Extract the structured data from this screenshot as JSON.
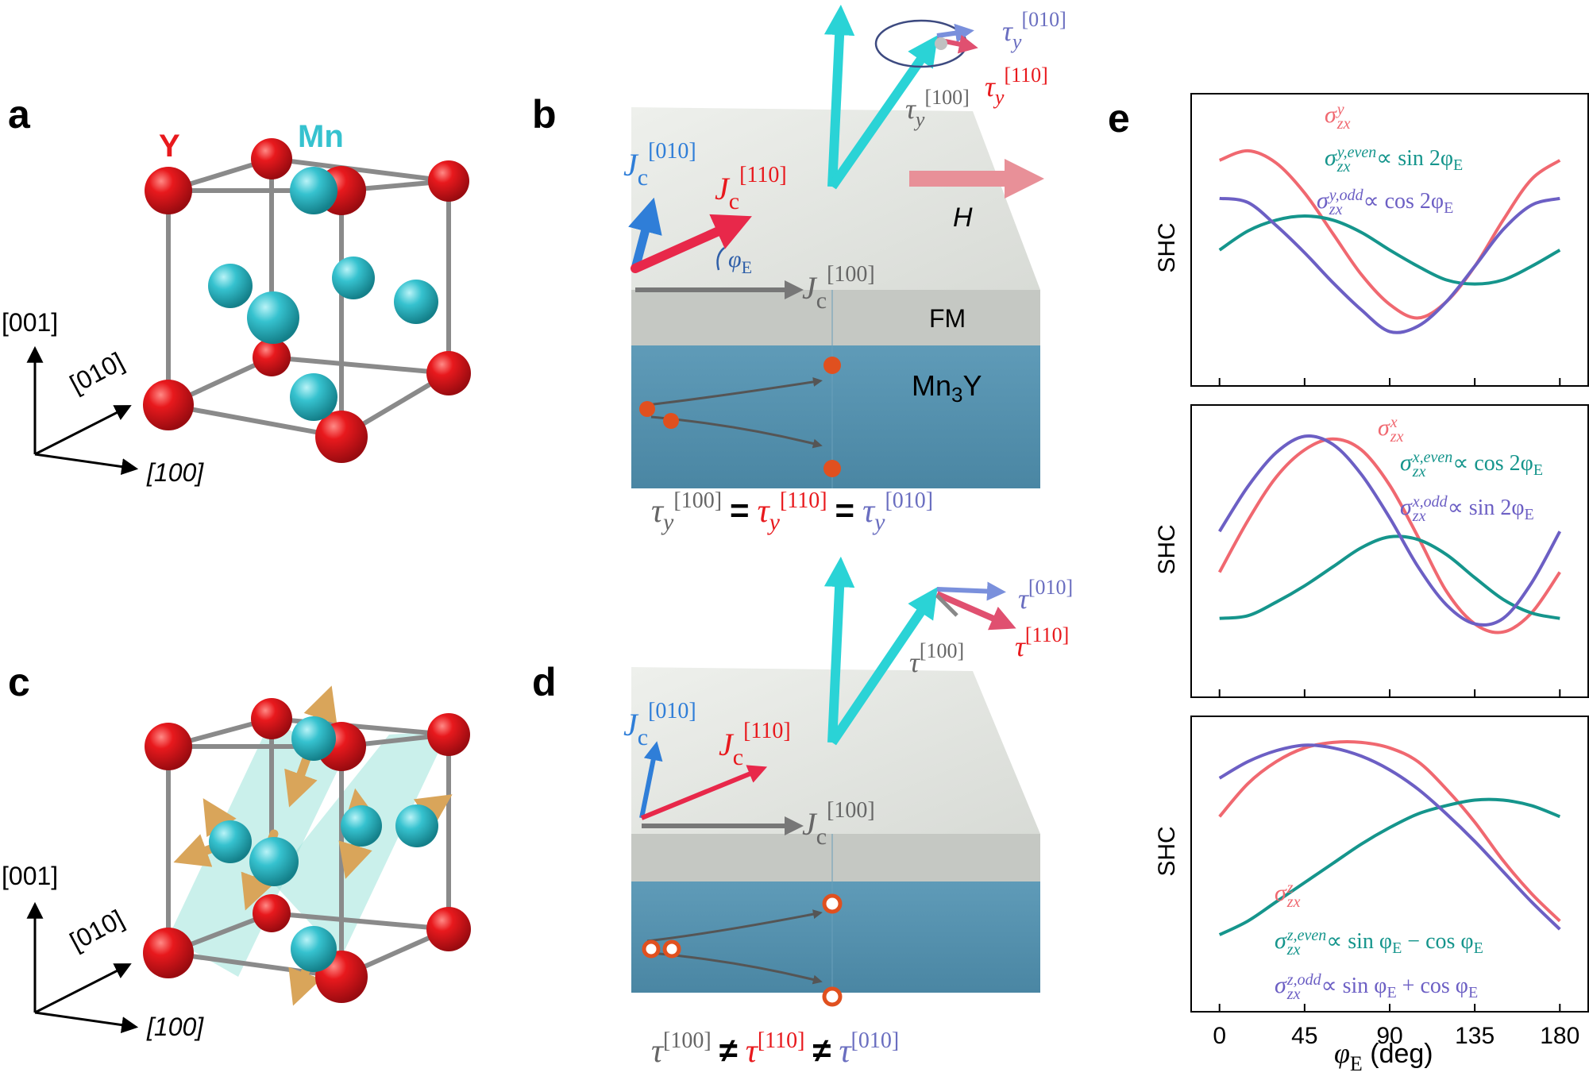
{
  "panels": {
    "a": {
      "label": "a",
      "atom1": "Y",
      "atom2": "Mn",
      "axis_001": "[001]",
      "axis_010": "[010]",
      "axis_100": "[100]"
    },
    "b": {
      "label": "b",
      "jc": "J",
      "jc_sub": "c",
      "dir_010": "[010]",
      "dir_110": "[110]",
      "dir_100": "[100]",
      "phi": "φ",
      "phi_sub": "E",
      "tau": "τ",
      "tau_sub": "y",
      "H": "H",
      "fm": "FM",
      "mn3y": "Mn",
      "mn3y_sub": "3",
      "mn3y_tail": "Y",
      "eq_rel": "="
    },
    "c": {
      "label": "c",
      "axis_001": "[001]",
      "axis_010": "[010]",
      "axis_100": "[100]"
    },
    "d": {
      "label": "d",
      "jc": "J",
      "jc_sub": "c",
      "dir_010": "[010]",
      "dir_110": "[110]",
      "dir_100": "[100]",
      "tau": "τ",
      "eq_rel": "≠"
    },
    "e": {
      "label": "e"
    }
  },
  "colors": {
    "y_atom": "#e8191d",
    "mn_atom": "#36c2cf",
    "red": "#e8283a",
    "blue": "#2f7ed8",
    "purple": "#6a6ec0",
    "gray": "#666666",
    "teal": "#15958c",
    "pink": "#f06870",
    "violet": "#6c5fc4",
    "cyan_arrow": "#2ad3d6"
  },
  "chart_data": [
    {
      "type": "line",
      "ylabel": "SHC",
      "xlim": [
        -15,
        195
      ],
      "x": [
        0,
        15,
        30,
        45,
        60,
        75,
        90,
        105,
        120,
        135,
        150,
        165,
        180
      ],
      "series": [
        {
          "name": "σ_zx^y",
          "values": [
            0.66,
            0.73,
            0.64,
            0.42,
            0.12,
            -0.18,
            -0.4,
            -0.5,
            -0.38,
            -0.12,
            0.22,
            0.52,
            0.66
          ]
        },
        {
          "name": "σ_zx^{y,even} ∝ sin 2φ_E",
          "values": [
            0.0,
            0.14,
            0.22,
            0.25,
            0.22,
            0.13,
            0.0,
            -0.12,
            -0.22,
            -0.25,
            -0.22,
            -0.12,
            0.0
          ]
        },
        {
          "name": "σ_zx^{y,odd} ∝ cos 2φ_E",
          "values": [
            0.38,
            0.35,
            0.18,
            -0.02,
            -0.24,
            -0.44,
            -0.6,
            -0.56,
            -0.38,
            -0.12,
            0.15,
            0.33,
            0.38
          ]
        }
      ]
    },
    {
      "type": "line",
      "ylabel": "SHC",
      "xlim": [
        -15,
        195
      ],
      "x": [
        0,
        15,
        30,
        45,
        60,
        75,
        90,
        105,
        120,
        135,
        150,
        165,
        180
      ],
      "series": [
        {
          "name": "σ_zx^x",
          "values": [
            -0.08,
            0.3,
            0.62,
            0.82,
            0.9,
            0.82,
            0.56,
            0.18,
            -0.22,
            -0.46,
            -0.52,
            -0.38,
            -0.08
          ]
        },
        {
          "name": "σ_zx^{x,even} ∝ cos 2φ_E",
          "values": [
            -0.42,
            -0.4,
            -0.3,
            -0.18,
            -0.04,
            0.1,
            0.18,
            0.16,
            0.05,
            -0.12,
            -0.28,
            -0.38,
            -0.42
          ]
        },
        {
          "name": "σ_zx^{x,odd} ∝ sin 2φ_E",
          "values": [
            0.22,
            0.55,
            0.8,
            0.92,
            0.86,
            0.64,
            0.32,
            -0.04,
            -0.32,
            -0.46,
            -0.42,
            -0.16,
            0.22
          ]
        }
      ]
    },
    {
      "type": "line",
      "ylabel": "SHC",
      "xlabel": "φ_E (deg)",
      "xlim": [
        -15,
        195
      ],
      "x": [
        0,
        15,
        30,
        45,
        60,
        75,
        90,
        105,
        120,
        135,
        150,
        165,
        180
      ],
      "xticks": [
        0,
        45,
        90,
        135,
        180
      ],
      "series": [
        {
          "name": "σ_zx^z",
          "values": [
            0.42,
            0.66,
            0.82,
            0.92,
            0.96,
            0.96,
            0.92,
            0.82,
            0.62,
            0.38,
            0.1,
            -0.14,
            -0.34
          ]
        },
        {
          "name": "σ_zx^{z,even} ∝ sin φ_E − cos φ_E",
          "values": [
            -0.44,
            -0.34,
            -0.2,
            -0.06,
            0.08,
            0.22,
            0.34,
            0.44,
            0.5,
            0.54,
            0.54,
            0.5,
            0.42
          ]
        },
        {
          "name": "σ_zx^{z,odd} ∝ sin φ_E + cos φ_E",
          "values": [
            0.7,
            0.82,
            0.9,
            0.94,
            0.92,
            0.86,
            0.76,
            0.62,
            0.44,
            0.24,
            0.02,
            -0.2,
            -0.4
          ]
        }
      ]
    }
  ],
  "legends": [
    [
      {
        "base": "σ",
        "sub": "zx",
        "sup": "y",
        "tail": "",
        "color": "#f06870"
      },
      {
        "base": "σ",
        "sub": "zx",
        "sup": "y,even",
        "tail": "∝ sin 2φ",
        "tailsub": "E",
        "color": "#15958c"
      },
      {
        "base": "σ",
        "sub": "zx",
        "sup": "y,odd",
        "tail": "∝ cos 2φ",
        "tailsub": "E",
        "color": "#6c5fc4"
      }
    ],
    [
      {
        "base": "σ",
        "sub": "zx",
        "sup": "x",
        "tail": "",
        "color": "#f06870"
      },
      {
        "base": "σ",
        "sub": "zx",
        "sup": "x,even",
        "tail": "∝ cos 2φ",
        "tailsub": "E",
        "color": "#15958c"
      },
      {
        "base": "σ",
        "sub": "zx",
        "sup": "x,odd",
        "tail": "∝ sin 2φ",
        "tailsub": "E",
        "color": "#6c5fc4"
      }
    ],
    [
      {
        "base": "σ",
        "sub": "zx",
        "sup": "z",
        "tail": "",
        "color": "#f06870"
      },
      {
        "base": "σ",
        "sub": "zx",
        "sup": "z,even",
        "tail": "∝ sin φ",
        "tailsub": "E",
        "tail2": " − cos φ",
        "tail2sub": "E",
        "color": "#15958c"
      },
      {
        "base": "σ",
        "sub": "zx",
        "sup": "z,odd",
        "tail": "∝ sin φ",
        "tailsub": "E",
        "tail2": " + cos φ",
        "tail2sub": "E",
        "color": "#6c5fc4"
      }
    ]
  ],
  "xaxis": {
    "ticks": [
      "0",
      "45",
      "90",
      "135",
      "180"
    ],
    "label_main": "φ",
    "label_sub": "E",
    "label_unit": " (deg)"
  }
}
